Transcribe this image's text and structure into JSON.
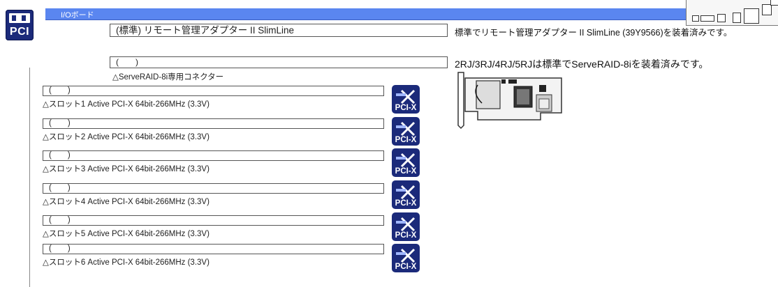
{
  "header": {
    "section_label": "I/Oボード",
    "pci_logo_text": "PCI"
  },
  "rsa": {
    "field_value": "(標準) リモート管理アダプター II SlimLine",
    "description": "標準でリモート管理アダプター II SlimLine (39Y9566)を装着済みです。"
  },
  "raid": {
    "field_value": "(　　)",
    "description": "2RJ/3RJ/4RJ/5RJは標準でServeRAID-8iを装着済みです。",
    "connector_note": "△ServeRAID-8i専用コネクター"
  },
  "slots": [
    {
      "field_value": "(　　)",
      "note": "△スロット1 Active PCI-X 64bit-266MHz (3.3V)",
      "badge": "PCI-X"
    },
    {
      "field_value": "(　　)",
      "note": "△スロット2 Active PCI-X 64bit-266MHz (3.3V)",
      "badge": "PCI-X"
    },
    {
      "field_value": "(　　)",
      "note": "△スロット3 Active PCI-X 64bit-266MHz (3.3V)",
      "badge": "PCI-X"
    },
    {
      "field_value": "(　　)",
      "note": "△スロット4 Active PCI-X 64bit-266MHz (3.3V)",
      "badge": "PCI-X"
    },
    {
      "field_value": "(　　)",
      "note": "△スロット5 Active PCI-X 64bit-266MHz (3.3V)",
      "badge": "PCI-X"
    },
    {
      "field_value": "(　　)",
      "note": "△スロット6 Active PCI-X 64bit-266MHz (3.3V)",
      "badge": "PCI-X"
    }
  ],
  "colors": {
    "header_bar": "#5a86f0",
    "badge_bg": "#1b2a7a"
  }
}
